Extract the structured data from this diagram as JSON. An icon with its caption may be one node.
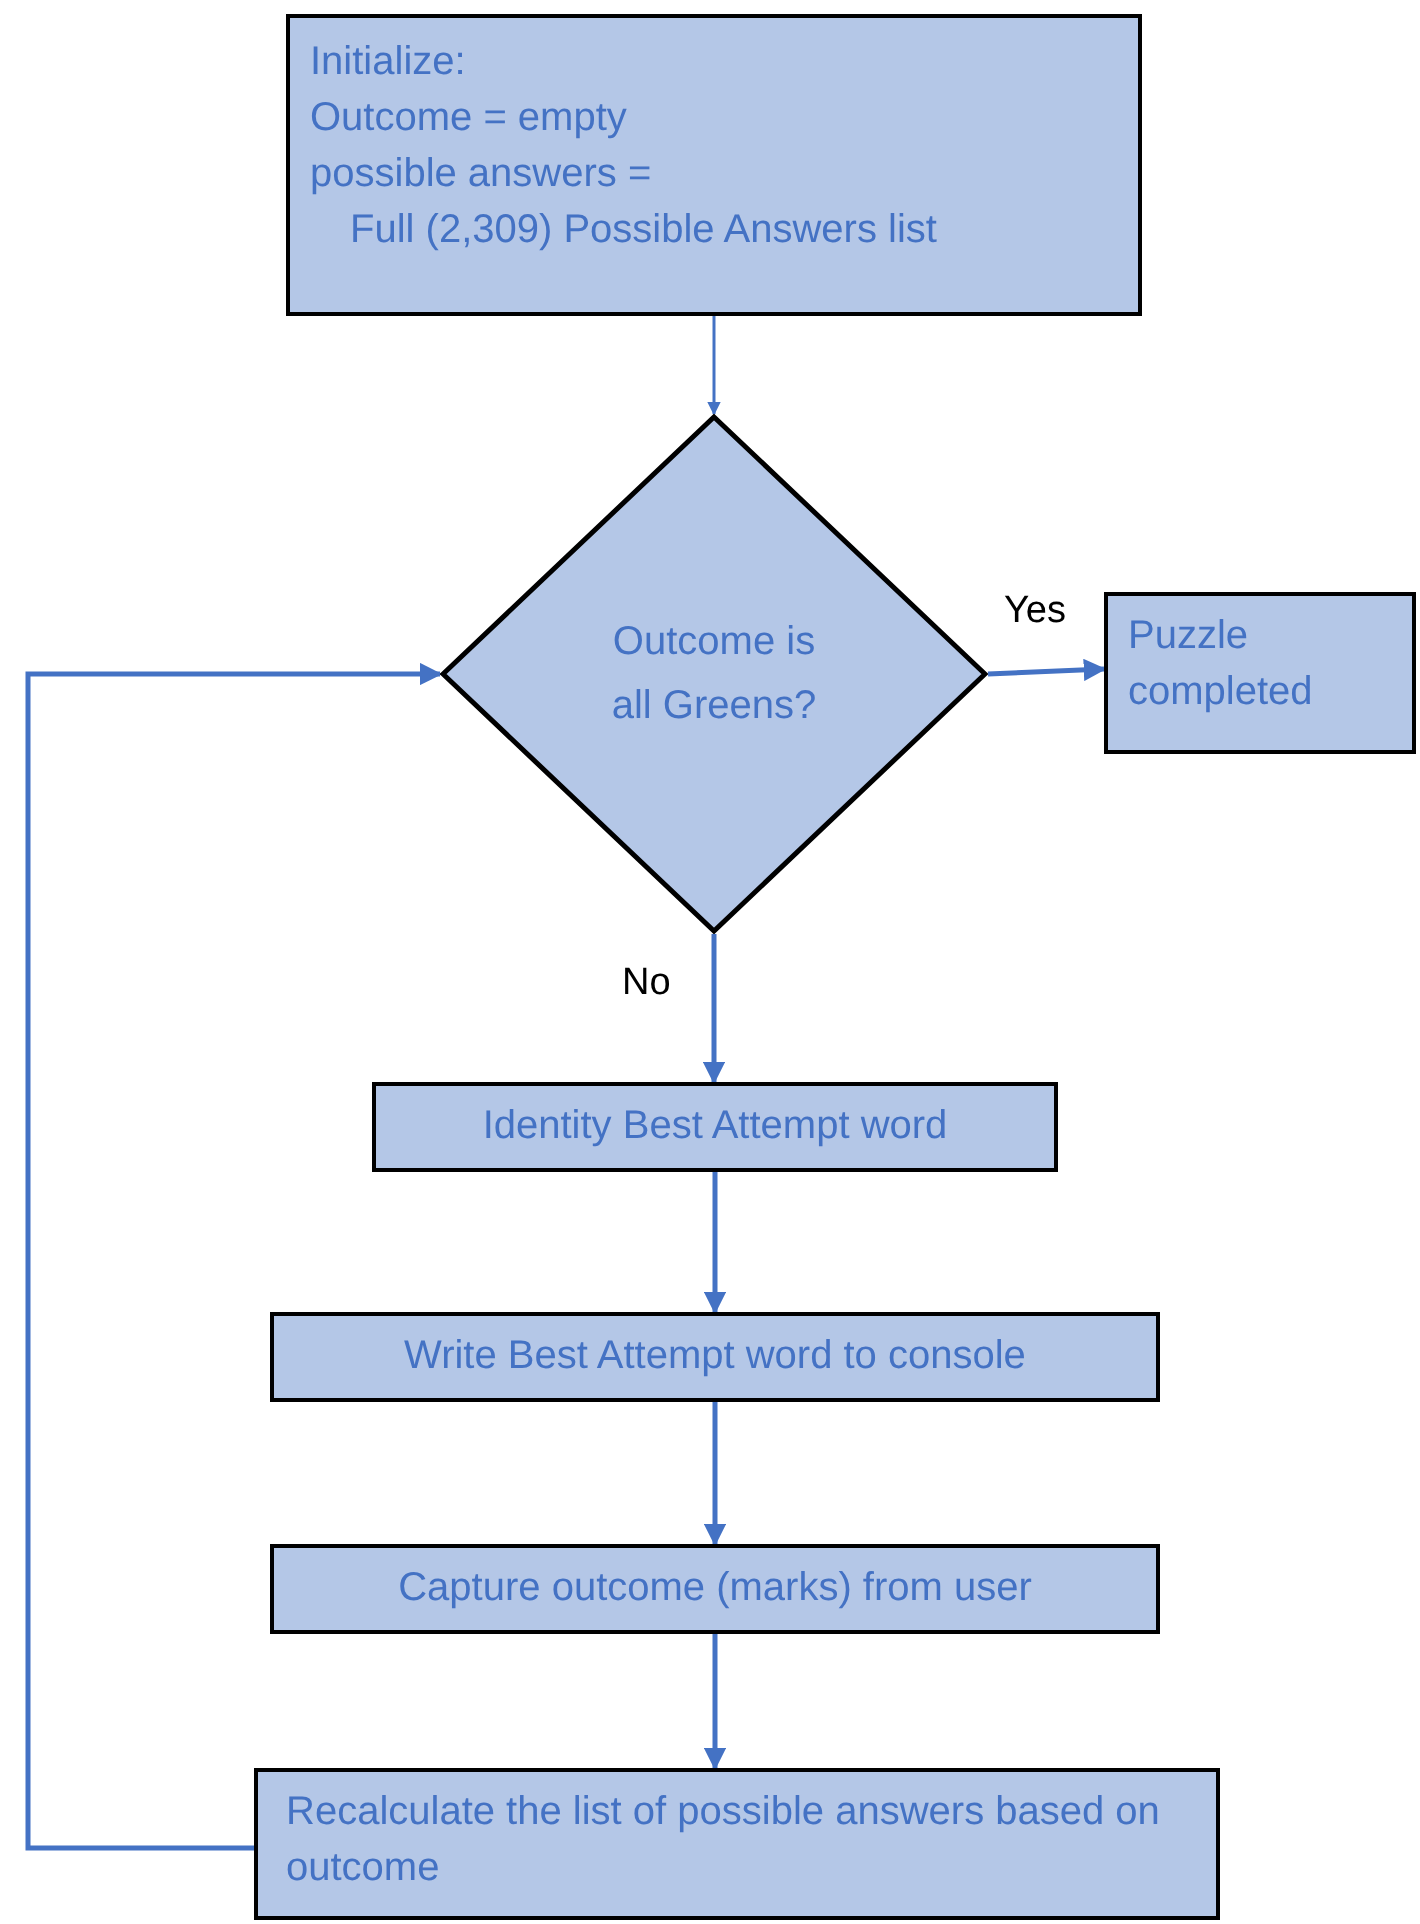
{
  "diagram": {
    "nodes": [
      {
        "text": [
          "Initialize:",
          "Outcome = empty",
          "possible answers =",
          "Full (2,309) Possible Answers list"
        ]
      },
      {
        "text": [
          "Outcome is all Greens?"
        ]
      },
      {
        "text": [
          "Puzzle completed"
        ]
      },
      {
        "text": [
          "Identity Best Attempt word"
        ]
      },
      {
        "text": [
          "Write Best Attempt word to console"
        ]
      },
      {
        "text": [
          "Capture outcome (marks) from user"
        ]
      },
      {
        "text": [
          "Recalculate the list of possible answers based on outcome"
        ]
      }
    ],
    "edges": [
      {
        "from": 0,
        "to": 1,
        "arrow": "to"
      },
      {
        "from": 1,
        "to": 2,
        "arrow": "to",
        "label": "Yes"
      },
      {
        "from": 1,
        "to": 3,
        "arrow": "to",
        "label": "No"
      },
      {
        "from": 3,
        "to": 4,
        "arrow": "to"
      },
      {
        "from": 4,
        "to": 5,
        "arrow": "to"
      },
      {
        "from": 5,
        "to": 6,
        "arrow": "to"
      },
      {
        "from": 6,
        "to": 1,
        "arrow": "to"
      }
    ]
  }
}
